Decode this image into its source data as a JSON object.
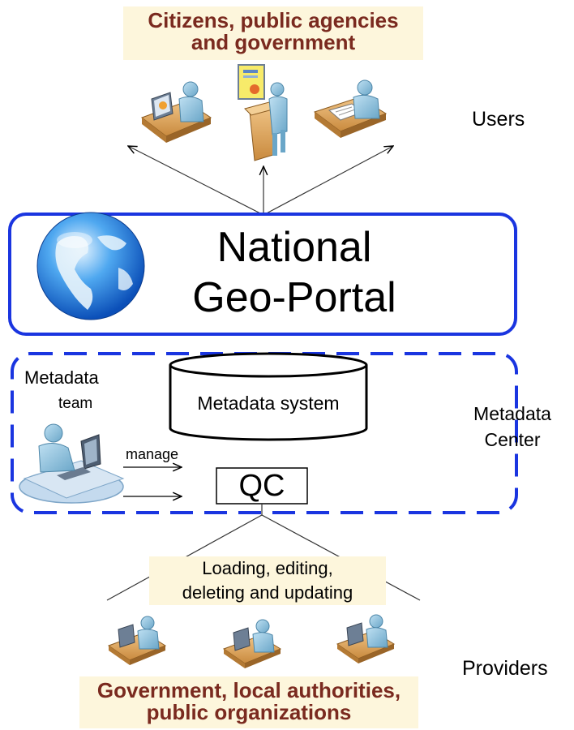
{
  "users_banner": {
    "line1": "Citizens, public agencies",
    "line2": "and government"
  },
  "users_label": "Users",
  "portal": {
    "line1": "National",
    "line2": "Geo-Portal"
  },
  "metadata_team": {
    "line1": "Metadata",
    "line2": "team"
  },
  "metadata_system_label": "Metadata system",
  "manage_label": "manage",
  "qc_label": "QC",
  "metadata_center": {
    "line1": "Metadata",
    "line2": "Center"
  },
  "operations": {
    "line1": "Loading, editing,",
    "line2": "deleting and updating"
  },
  "providers_label": "Providers",
  "providers_banner": {
    "line1": "Government, local authorities,",
    "line2": "public organizations"
  },
  "colors": {
    "portal_border": "#1a35e0",
    "dashed_border": "#1a35e0",
    "banner_bg": "#fdf6dc",
    "banner_text": "#7a2a1f",
    "person": "#7fb6d6",
    "desk": "#d9a25a"
  },
  "icons": [
    "globe-icon",
    "user-at-computer-icon",
    "presenter-icon",
    "user-reading-icon",
    "database-cylinder-icon"
  ]
}
